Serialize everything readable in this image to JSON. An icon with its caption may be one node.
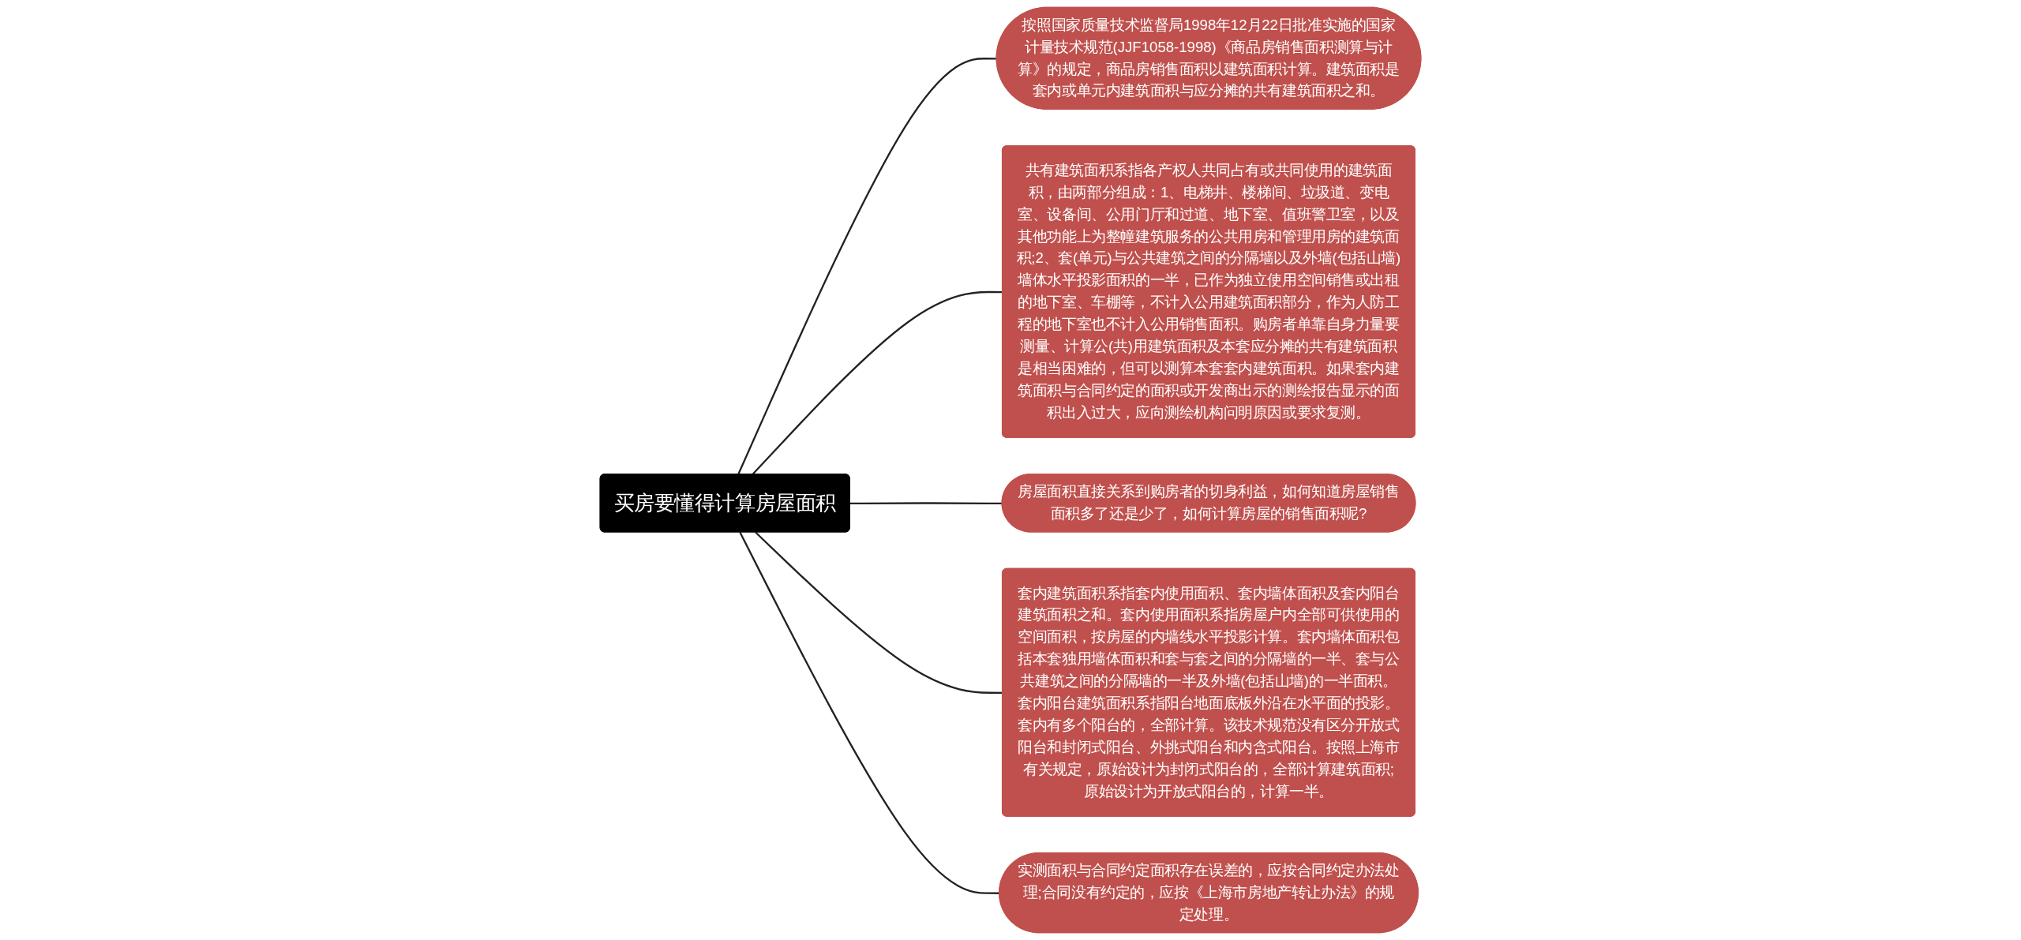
{
  "diagram": {
    "nodes": [
      {
        "text": [
          "买房要懂得计算房屋面积"
        ]
      },
      {
        "text": [
          "按照国家质量技术监督局1998年12月22日批准实施的国家计量技术规范(JJF1058-1998)《商品房销售面积测算与计算》的规定，商品房销售面积以建筑面积计算。建筑面积是套内或单元内建筑面积与应分摊的共有建筑面积之和。"
        ]
      },
      {
        "text": [
          "共有建筑面积系指各产权人共同占有或共同使用的建筑面积，由两部分组成：1、电梯井、楼梯间、垃圾道、变电室、设备间、公用门厅和过道、地下室、值班警卫室，以及其他功能上为整幢建筑服务的公共用房和管理用房的建筑面积;2、套(单元)与公共建筑之间的分隔墙以及外墙(包括山墙)墙体水平投影面积的一半，已作为独立使用空间销售或出租的地下室、车棚等，不计入公用建筑面积部分，作为人防工程的地下室也不计入公用销售面积。购房者单靠自身力量要测量、计算公(共)用建筑面积及本套应分摊的共有建筑面积是相当困难的，但可以测算本套套内建筑面积。如果套内建筑面积与合同约定的面积或开发商出示的测绘报告显示的面积出入过大，应向测绘机构问明原因或要求复测。"
        ]
      },
      {
        "text": [
          "房屋面积直接关系到购房者的切身利益，如何知道房屋销售面积多了还是少了，如何计算房屋的销售面积呢?"
        ]
      },
      {
        "text": [
          "套内建筑面积系指套内使用面积、套内墙体面积及套内阳台建筑面积之和。套内使用面积系指房屋户内全部可供使用的空间面积，按房屋的内墙线水平投影计算。套内墙体面积包括本套独用墙体面积和套与套之间的分隔墙的一半、套与公共建筑之间的分隔墙的一半及外墙(包括山墙)的一半面积。套内阳台建筑面积系指阳台地面底板外沿在水平面的投影。套内有多个阳台的，全部计算。该技术规范没有区分开放式阳台和封闭式阳台、外挑式阳台和内含式阳台。按照上海市有关规定，原始设计为封闭式阳台的，全部计算建筑面积;原始设计为开放式阳台的，计算一半。"
        ]
      },
      {
        "text": [
          "实测面积与合同约定面积存在误差的，应按合同约定办法处理;合同没有约定的，应按《上海市房地产转让办法》的规定处理。"
        ]
      }
    ],
    "edges": [
      {
        "from": 0,
        "to": 1,
        "arrow": "none"
      },
      {
        "from": 0,
        "to": 2,
        "arrow": "none"
      },
      {
        "from": 0,
        "to": 3,
        "arrow": "none"
      },
      {
        "from": 0,
        "to": 4,
        "arrow": "none"
      },
      {
        "from": 0,
        "to": 5,
        "arrow": "none"
      }
    ]
  }
}
